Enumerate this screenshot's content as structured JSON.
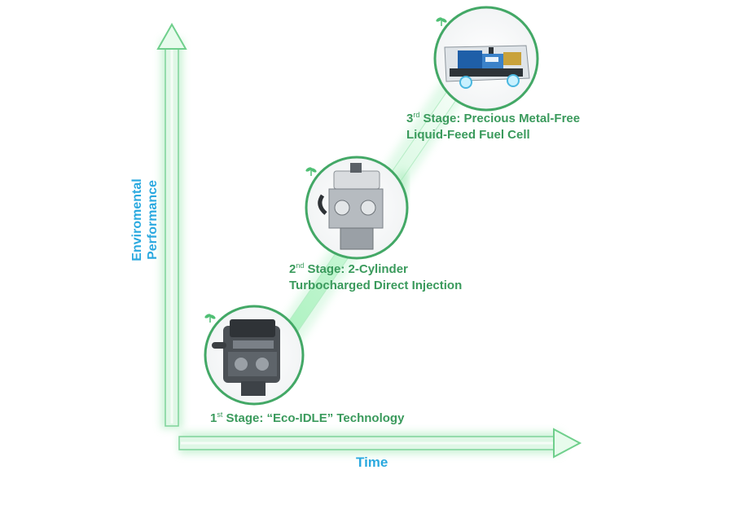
{
  "axes": {
    "y_label_line1": "Enviromental",
    "y_label_line2": "Performance",
    "x_label": "Time"
  },
  "stages": [
    {
      "ordinal": "1",
      "suffix": "st",
      "line1": " Stage: “Eco-IDLE” Technology",
      "line2": "",
      "image": "engine-image"
    },
    {
      "ordinal": "2",
      "suffix": "nd",
      "line1": " Stage: 2-Cylinder",
      "line2": "Turbocharged Direct Injection",
      "image": "engine-image"
    },
    {
      "ordinal": "3",
      "suffix": "rd",
      "line1": " Stage: Precious Metal-Free",
      "line2": "Liquid-Feed Fuel Cell",
      "image": "fuel-cell-vehicle-image"
    }
  ],
  "colors": {
    "axis_label": "#2aa9df",
    "stage_text": "#3a9a5c",
    "circle_border": "#43a866",
    "glow": "#8fe3a6"
  }
}
